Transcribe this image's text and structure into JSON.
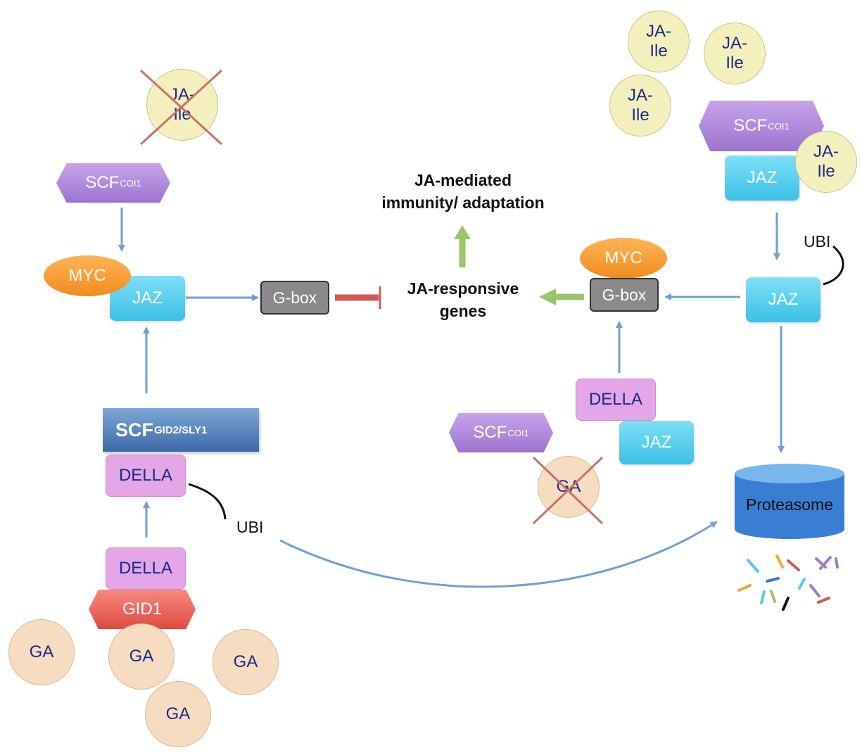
{
  "left": {
    "ja_ile_crossed": "JA-\nIle",
    "scf_coi1": {
      "base": "SCF",
      "sup": "COI1"
    },
    "myc": "MYC",
    "jaz": "JAZ",
    "gbox": "G-box",
    "scf_gid2": {
      "base": "SCF",
      "sup": "GID2/SLY1"
    },
    "della_top": "DELLA",
    "ubi": "UBI",
    "della_bottom": "DELLA",
    "gid1": "GID1",
    "ga": [
      "GA",
      "GA",
      "GA",
      "GA"
    ]
  },
  "center": {
    "outcome": "JA-mediated\nimmunity/ adaptation",
    "genes": "JA-responsive\ngenes"
  },
  "right": {
    "ja_ile": [
      "JA-\nIle",
      "JA-\nIle",
      "JA-\nIle",
      "JA-\nIle"
    ],
    "scf_coi1_top": {
      "base": "SCF",
      "sup": "COI1"
    },
    "jaz_top": "JAZ",
    "ubi": "UBI",
    "myc": "MYC",
    "gbox": "G-box",
    "jaz_mid": "JAZ",
    "della": "DELLA",
    "jaz_bottom": "JAZ",
    "scf_coi1_bottom": {
      "base": "SCF",
      "sup": "COI1"
    },
    "ga_crossed": "GA",
    "proteasome": "Proteasome"
  },
  "colors": {
    "arrow_blue": "#6f9fd6",
    "arrow_green": "#9cc46a",
    "inhibit_red": "#d25a55",
    "cross_red": "#c9716a"
  }
}
